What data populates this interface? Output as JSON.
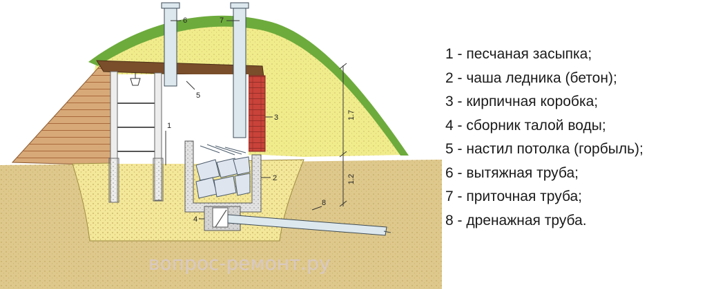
{
  "legend": [
    "1 - песчаная засыпка;",
    "2 - чаша ледника (бетон);",
    "3 - кирпичная коробка;",
    "4 - сборник талой воды;",
    "5 - настил потолка (горбыль);",
    "6 - вытяжная труба;",
    "7 - приточная труба;",
    "8 - дренажная труба."
  ],
  "callouts": {
    "c1": "1",
    "c2": "2",
    "c3": "3",
    "c4": "4",
    "c5": "5",
    "c6": "6",
    "c7": "7",
    "c8": "8"
  },
  "dimensions": {
    "upper": "1.7",
    "lower": "1.2"
  },
  "watermark": "вопрос-ремонт.ру",
  "colors": {
    "grass": "#6dab3c",
    "mound": "#f0ec8c",
    "soil": "#dec88c",
    "sand": "#f3e79a",
    "wood": "#d8a978",
    "brick": "#c9433a",
    "concrete": "#e2e2e2",
    "ice": "#dfe5ef",
    "pipe": "#dde8ee"
  }
}
